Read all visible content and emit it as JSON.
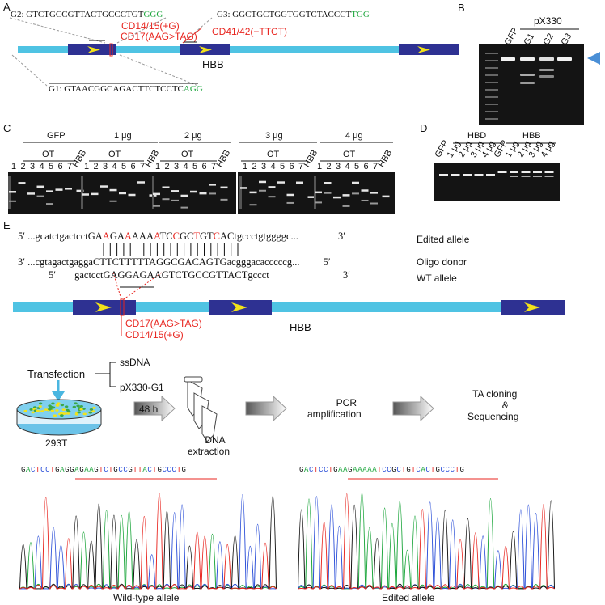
{
  "panels": {
    "a": "A",
    "b": "B",
    "c": "C",
    "d": "D",
    "e": "E"
  },
  "panelA": {
    "g2": {
      "label": "G2:",
      "seq": "GTCTGCCGTTACTGCCCTGT",
      "pam": "GGG"
    },
    "g3": {
      "label": "G3:",
      "seq": "GGCTGCTGGTGGTCTACCCT",
      "pam": "TGG"
    },
    "g1": {
      "label": "G1:",
      "seq": "GTAACGGCAGACTTCTCCTC",
      "pam": "AGG"
    },
    "mutations": [
      "CD14/15(+G)",
      "CD17(AAG>TAG)",
      "CD41/42(−TTCT)"
    ],
    "gene": "HBB"
  },
  "panelB": {
    "header": "pX330",
    "lanes": [
      "GFP",
      "G1",
      "G2",
      "G3"
    ]
  },
  "panelC": {
    "groups": [
      "GFP",
      "1 μg",
      "2 μg",
      "3 μg",
      "4 μg"
    ],
    "ot": "OT",
    "lanes": [
      "1",
      "2",
      "3",
      "4",
      "5",
      "6",
      "7"
    ],
    "hbb": "HBB"
  },
  "panelD": {
    "groups": [
      "HBD",
      "HBB"
    ],
    "lanes": [
      "GFP",
      "1 μg",
      "2 μg",
      "3 μg",
      "4 μg"
    ]
  },
  "panelE": {
    "edited": {
      "p5": "5′",
      "pre": "...gcatctgactcct",
      "core": [
        "GA",
        "A",
        "GA",
        "A",
        "AAA",
        "A",
        "TC",
        "C",
        "GC",
        "T",
        "GT",
        "C",
        "AC"
      ],
      "post": "tgccctgtggggc...",
      "p3": "3′",
      "name": "Edited allele"
    },
    "oligo": {
      "p3": "3′",
      "pre": "...cgtagactgagga",
      "core": "CTTCTTTTTAGGCGACAGTG",
      "post": "acgggacacccccg...",
      "p5": "5′",
      "name": "Oligo donor"
    },
    "wt": {
      "p5": "5′",
      "pre": "gactcct",
      "core": "GAGGAGAAGTCTGCCGTTACT",
      "post": "gccct",
      "p3": "3′",
      "name": "WT allele"
    },
    "mutations": [
      "CD17(AAG>TAG)",
      "CD14/15(+G)"
    ],
    "gene": "HBB",
    "workflow": {
      "transfection": "Transfection",
      "ssdna": "ssDNA",
      "plasmid": "pX330-G1",
      "cells": "293T",
      "time": "48 h",
      "dna": [
        "DNA",
        "extraction"
      ],
      "pcr": [
        "PCR",
        "amplification"
      ],
      "ta": [
        "TA cloning",
        "&",
        "Sequencing"
      ]
    },
    "chrom_wt": {
      "seq": "GACTCCTGAGGAGAAGTCTGCCGTTACTGCCCTG",
      "caption": "Wild-type allele"
    },
    "chrom_ed": {
      "seq": "GACTCCTGAAGAAAAATCCGCTGTCACTGCCCTG",
      "caption": "Edited allele"
    }
  },
  "colors": {
    "gene": "#4fc3e3",
    "exon": "#2e3192",
    "arrow": "#f2e21a",
    "mark": "#e8251f",
    "pam": "#1aa53a",
    "blue": "#4a8fd6"
  }
}
